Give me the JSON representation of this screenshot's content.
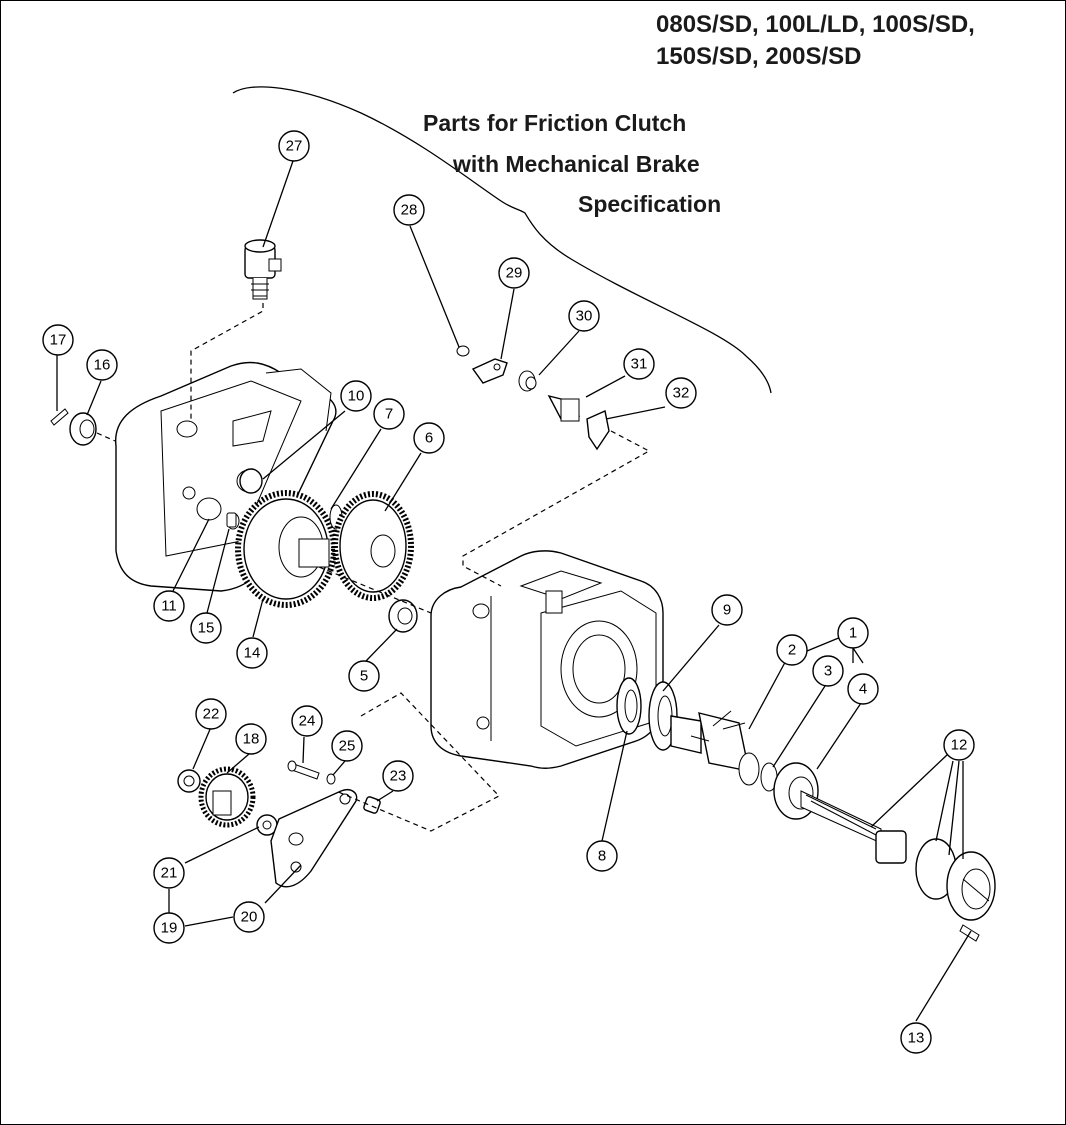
{
  "header": {
    "models_line_1": "080S/SD, 100L/LD, 100S/SD,",
    "models_line_2": "150S/SD, 200S/SD"
  },
  "bracket_caption": {
    "line_1": "Parts for Friction Clutch",
    "line_2": "with Mechanical Brake",
    "line_3": "Specification"
  },
  "callouts": {
    "c1": "1",
    "c2": "2",
    "c3": "3",
    "c4": "4",
    "c5": "5",
    "c6": "6",
    "c7": "7",
    "c8": "8",
    "c9": "9",
    "c10": "10",
    "c11": "11",
    "c12": "12",
    "c13": "13",
    "c14": "14",
    "c15": "15",
    "c16": "16",
    "c17": "17",
    "c18": "18",
    "c19": "19",
    "c20": "20",
    "c21": "21",
    "c22": "22",
    "c23": "23",
    "c24": "24",
    "c25": "25",
    "c27": "27",
    "c28": "28",
    "c29": "29",
    "c30": "30",
    "c31": "31",
    "c32": "32"
  },
  "colors": {
    "line": "#000000",
    "background": "#ffffff"
  }
}
